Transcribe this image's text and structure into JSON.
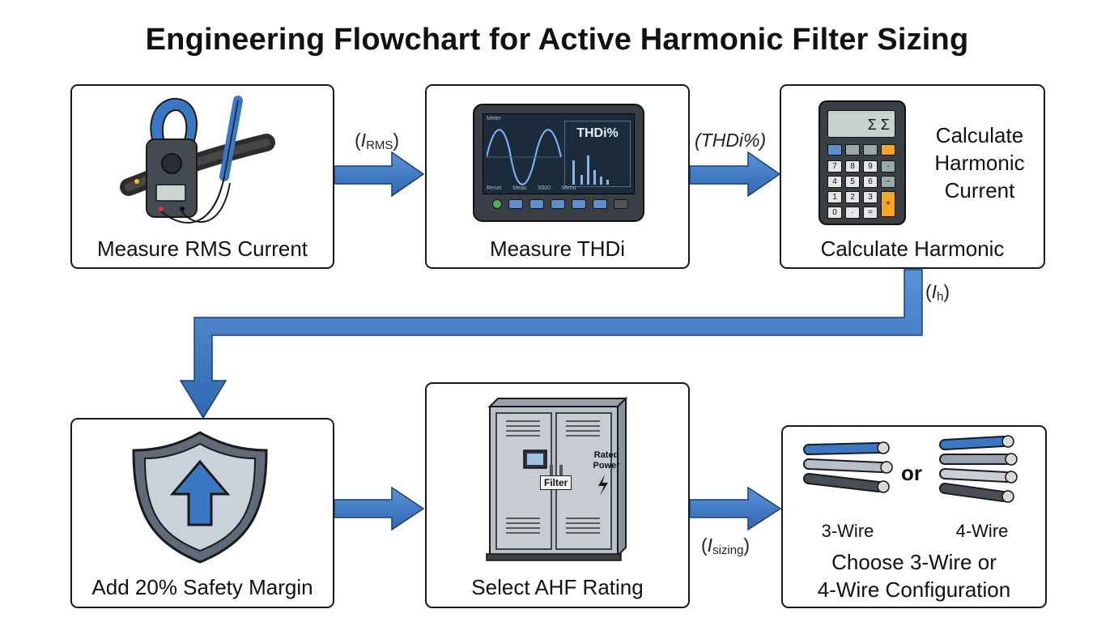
{
  "title": "Engineering Flowchart for Active Harmonic Filter Sizing",
  "steps": [
    {
      "label": "Measure RMS Current"
    },
    {
      "label": "Measure THDi"
    },
    {
      "label": "Calculate Harmonic",
      "side_label": [
        "Calculate",
        "Harmonic",
        "Current"
      ]
    },
    {
      "label": "Add 20% Safety Margin"
    },
    {
      "label": "Select AHF Rating"
    },
    {
      "label_lines": [
        "Choose 3-Wire or",
        "4-Wire Configuration"
      ],
      "option_3": "3-Wire",
      "option_or": "or",
      "option_4": "4-Wire"
    }
  ],
  "flow_labels": {
    "irms": {
      "open": "(",
      "var": "I",
      "sub": "RMS",
      "close": ")"
    },
    "thdi": "(THDi%)",
    "ih": {
      "open": "(",
      "var": "I",
      "sub": "h",
      "close": ")"
    },
    "isizing": {
      "open": "(",
      "var": "I",
      "sub": "sizing",
      "close": ")"
    }
  },
  "analyzer": {
    "screen_title": "THDi%",
    "tabs": [
      "Reset",
      "Meas",
      "5000",
      "Menu"
    ],
    "corner": "Meter"
  },
  "calculator": {
    "display": "Σ Σ",
    "keys": [
      "7",
      "8",
      "9",
      "-",
      "4",
      "5",
      "6",
      "−",
      "1",
      "2",
      "3",
      "+",
      "0",
      "·",
      "="
    ]
  },
  "cabinet": {
    "filter_tag": "Filter",
    "rated_line1": "Rated",
    "rated_line2": "Power"
  },
  "colors": {
    "arrow": "#3b78c4",
    "arrow_stroke": "#1d3f6e",
    "border": "#1a1a1a"
  }
}
